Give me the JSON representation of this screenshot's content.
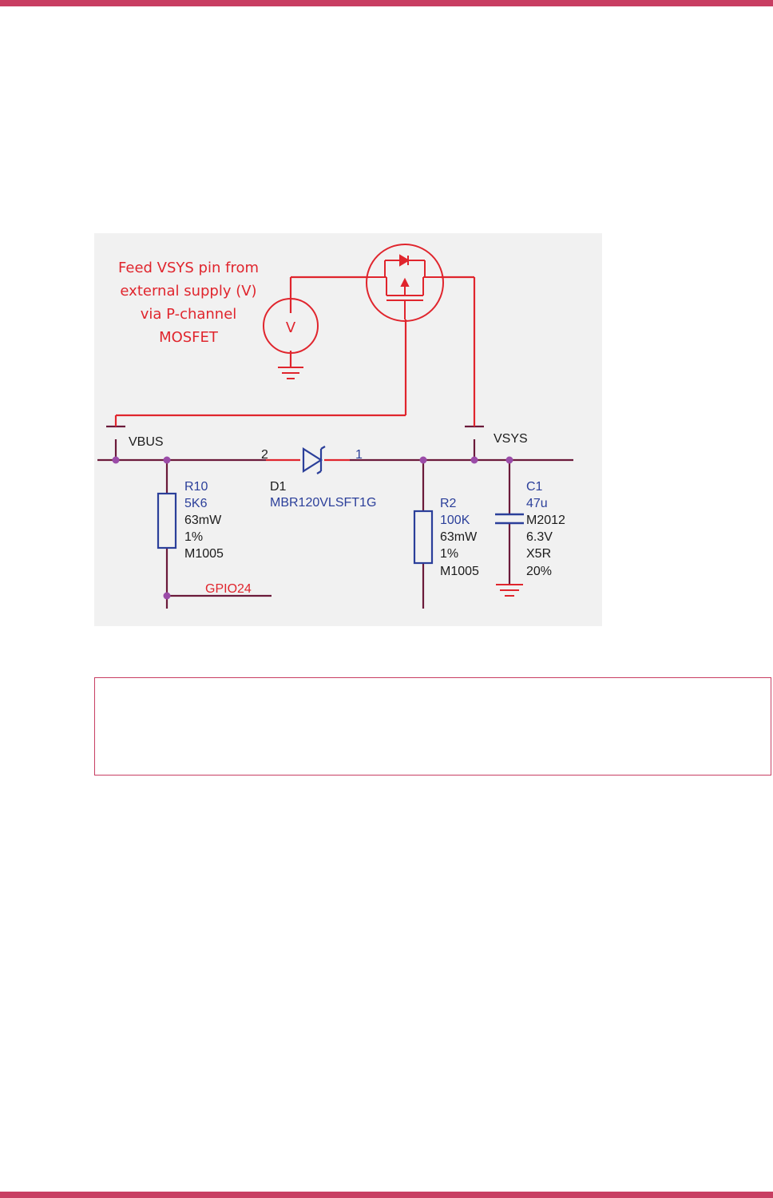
{
  "colors": {
    "accent": "#c83e62",
    "wire_dark": "#6b1a3a",
    "wire_red": "#e0252d",
    "component_blue": "#2b3f9a",
    "junction": "#9b4ca8",
    "panel_bg": "#f1f1f1"
  },
  "callout": {
    "line1": "Feed VSYS pin from",
    "line2": "external supply (V)",
    "line3": "via P-channel",
    "line4": "MOSFET"
  },
  "source_label": "V",
  "nets": {
    "vbus": "VBUS",
    "vsys": "VSYS",
    "gpio": "GPIO24"
  },
  "r10": {
    "ref": "R10",
    "value": "5K6",
    "power": "63mW",
    "tolerance": "1%",
    "package": "M1005"
  },
  "d1": {
    "ref": "D1",
    "part": "MBR120VLSFT1G",
    "pin_anode": "2",
    "pin_cathode": "1"
  },
  "r2": {
    "ref": "R2",
    "value": "100K",
    "power": "63mW",
    "tolerance": "1%",
    "package": "M1005"
  },
  "c1": {
    "ref": "C1",
    "value": "47u",
    "package": "M2012",
    "voltage": "6.3V",
    "dielectric": "X5R",
    "tolerance": "20%"
  },
  "icons": [
    "ground-icon",
    "voltage-source-icon",
    "p-mosfet-icon",
    "schottky-diode-icon",
    "resistor-icon",
    "capacitor-icon"
  ]
}
